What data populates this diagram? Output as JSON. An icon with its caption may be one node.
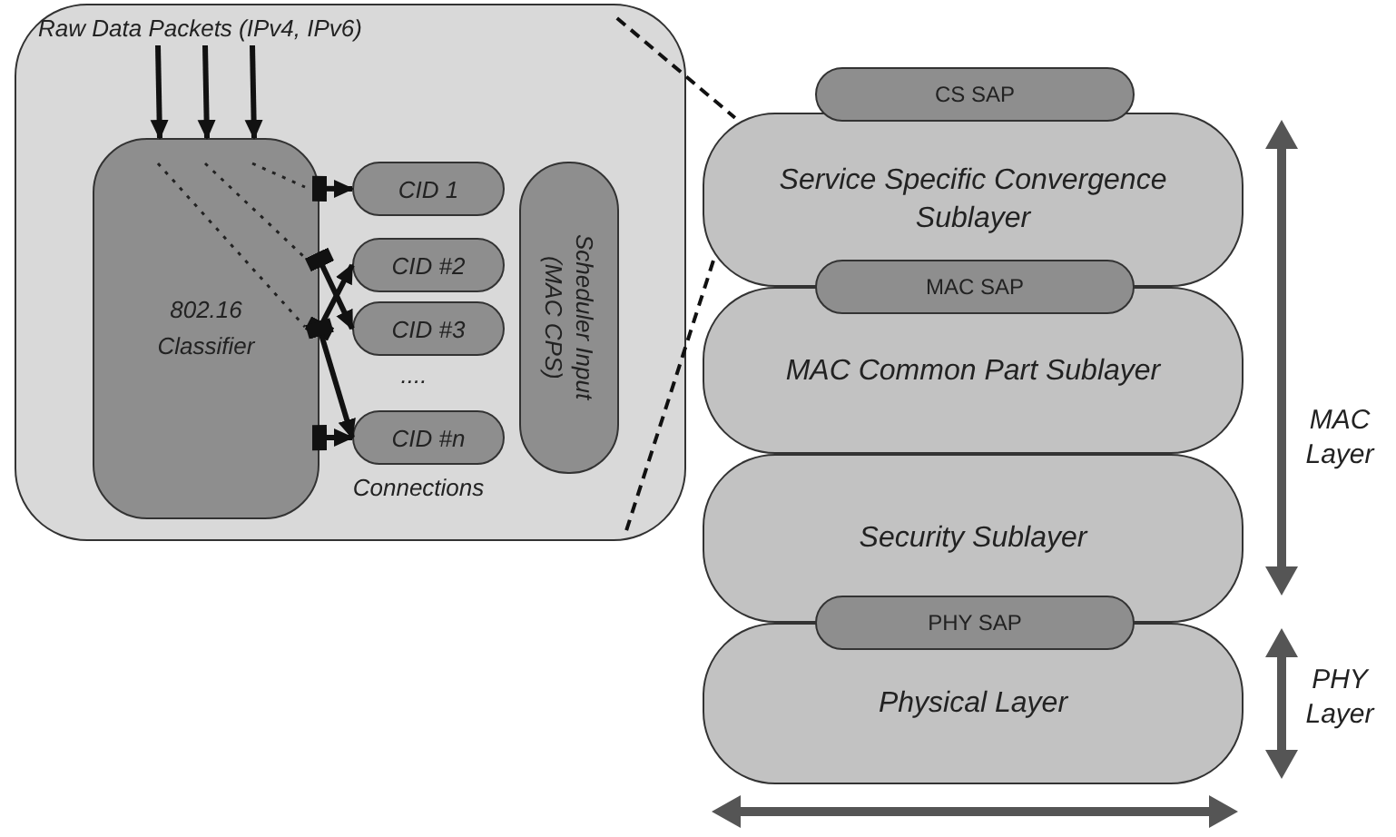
{
  "diagram": {
    "nodes": [
      {
        "text": [
          "Raw Data Packets (IPv4, IPv6)"
        ]
      },
      {
        "text": [
          "802.16 Classifier"
        ],
        "in": 0
      },
      {
        "text": [
          "CID 1"
        ],
        "in": 0
      },
      {
        "text": [
          "CID #2"
        ],
        "in": 0
      },
      {
        "text": [
          "CID #3"
        ],
        "in": 0
      },
      {
        "text": [
          "CID #n"
        ],
        "in": 0
      },
      {
        "text": [
          "Scheduler Input (MAC CPS)"
        ],
        "in": 0
      },
      {
        "text": [
          "CS SAP"
        ]
      },
      {
        "text": [
          "Service Specific Convergence Sublayer"
        ]
      },
      {
        "text": [
          "MAC SAP"
        ]
      },
      {
        "text": [
          "MAC Common Part Sublayer"
        ]
      },
      {
        "text": [
          "Security Sublayer"
        ]
      },
      {
        "text": [
          "PHY SAP"
        ]
      },
      {
        "text": [
          "Physical Layer"
        ]
      }
    ],
    "edges": [
      {
        "from": null,
        "to": 1,
        "arrow": "to"
      },
      {
        "from": null,
        "to": 1,
        "arrow": "to"
      },
      {
        "from": null,
        "to": 1,
        "arrow": "to"
      },
      {
        "from": 1,
        "to": 2,
        "arrow": "to"
      },
      {
        "from": 1,
        "to": 4,
        "arrow": "to"
      },
      {
        "from": 1,
        "to": 3,
        "arrow": "to"
      },
      {
        "from": 1,
        "to": 5,
        "arrow": "to"
      },
      {
        "from": 1,
        "to": 5,
        "arrow": "to"
      },
      {
        "from": 0,
        "to": 8,
        "arrow": "none",
        "style": "dashed"
      },
      {
        "from": 0,
        "to": 8,
        "arrow": "none",
        "style": "dashed"
      }
    ],
    "labels": [
      "....",
      "Connections",
      "MAC Layer",
      "PHY Layer"
    ]
  }
}
